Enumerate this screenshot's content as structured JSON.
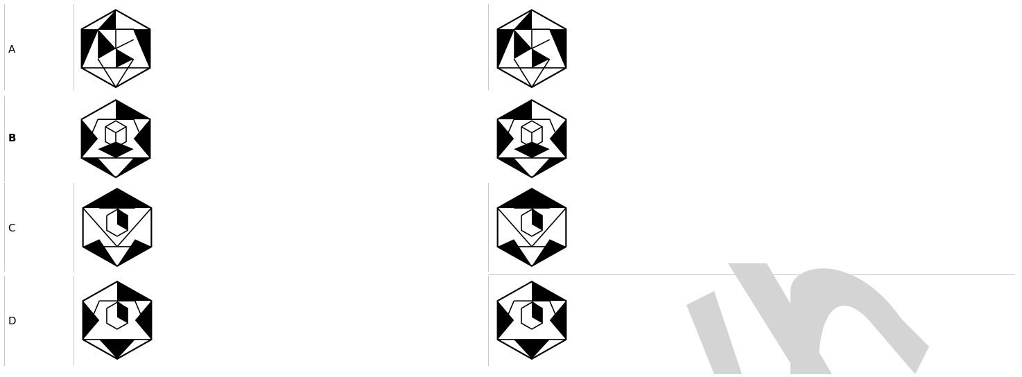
{
  "rows": [
    {
      "label": "A"
    },
    {
      "label": "B"
    },
    {
      "label": "C"
    },
    {
      "label": "D"
    }
  ],
  "icons": [
    "hexagon-figure"
  ]
}
